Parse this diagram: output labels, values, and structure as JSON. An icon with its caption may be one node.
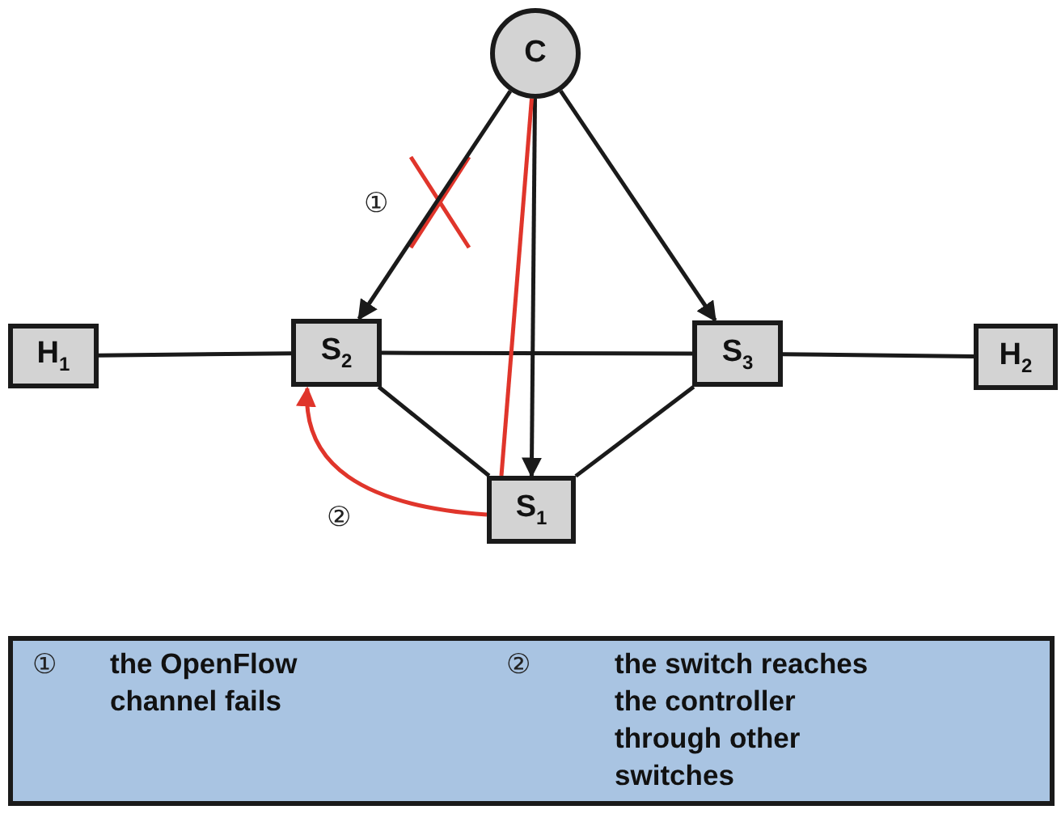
{
  "diagram": {
    "nodes": [
      {
        "text": [
          "C"
        ]
      },
      {
        "text": [
          "H$_{1}$"
        ]
      },
      {
        "text": [
          "S$_{2}$"
        ]
      },
      {
        "text": [
          "S$_{3}$"
        ]
      },
      {
        "text": [
          "H$_{2}$"
        ]
      },
      {
        "text": [
          "S$_{1}$"
        ]
      },
      {
        "text": [
          "①",
          "the OpenFlow channel fails",
          "②",
          "the switch reaches the controller through other switches"
        ]
      }
    ],
    "edges": [
      {
        "from": 0,
        "to": 2,
        "arrow": "to",
        "label": "①"
      },
      {
        "from": 0,
        "to": 3,
        "arrow": "to"
      },
      {
        "from": 0,
        "to": 5,
        "arrow": "to"
      },
      {
        "from": 1,
        "to": 2,
        "arrow": "none"
      },
      {
        "from": 2,
        "to": 3,
        "arrow": "none"
      },
      {
        "from": 3,
        "to": 4,
        "arrow": "none"
      },
      {
        "from": 2,
        "to": 5,
        "arrow": "none"
      },
      {
        "from": 5,
        "to": 3,
        "arrow": "none"
      },
      {
        "from": 0,
        "to": 5,
        "arrow": "none",
        "color": "#e0352b"
      },
      {
        "from": 5,
        "to": 2,
        "arrow": "to",
        "label": "②",
        "color": "#e0352b"
      }
    ]
  }
}
